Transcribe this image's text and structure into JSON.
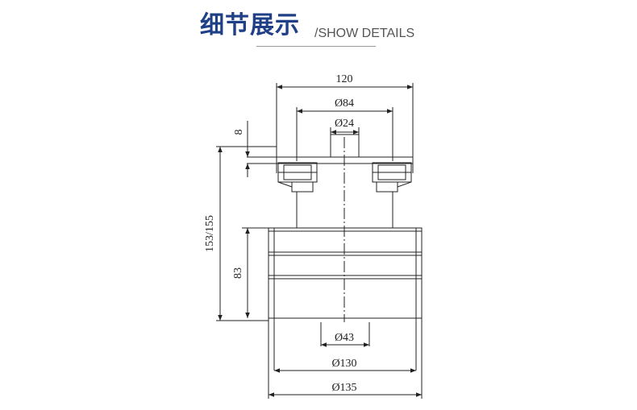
{
  "header": {
    "title_cn": "细节展示",
    "title_en": "/SHOW DETAILS",
    "accent_color": "#1f3f86"
  },
  "drawing": {
    "dim_120": "120",
    "dim_84": "Ø84",
    "dim_24": "Ø24",
    "dim_8": "8",
    "dim_153_155": "153/155",
    "dim_83": "83",
    "dim_43": "Ø43",
    "dim_130": "Ø130",
    "dim_135": "Ø135"
  }
}
